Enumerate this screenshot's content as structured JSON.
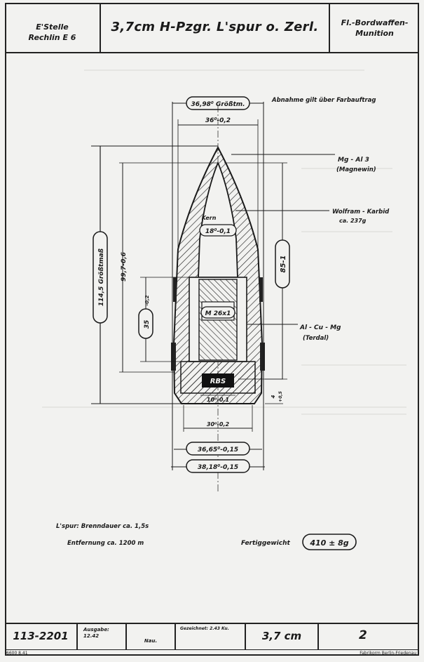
{
  "header": {
    "origin_line1": "E'Stelle",
    "origin_line2": "Rechlin E 6",
    "title": "3,7cm H-Pzgr. L'spur o. Zerl.",
    "category_line1": "Fl.-Bordwaffen-",
    "category_line2": "Munition"
  },
  "drawing": {
    "note_top": "Abnahme gilt über Farbauftrag",
    "labels": {
      "mg": "Mg - Al 3",
      "magnewin": "(Magnewin)",
      "wolfram": "Wolfram - Karbid",
      "wolfram_mass": "ca. 237g",
      "kern": "Kern",
      "alcumg": "Al - Cu - Mg",
      "terdal": "(Terdal)",
      "trace": "RBS"
    },
    "dims": {
      "max_diam": "36,98⁰ Größtm.",
      "nose_diam": "36⁰-0,2",
      "overall_length": "114,5 Größtmaß",
      "body_length": "99,7-0,6",
      "core_diam": "18⁰-0,1",
      "thread": "M 26x1",
      "core_length": "85-1",
      "base_depth": "35",
      "base_tol": "-0,2",
      "base_inner": "10⁰-0,1",
      "base_diam": "30⁰-0,2",
      "band_diam1": "36,65⁰-0,15",
      "band_diam2": "38,18⁰-0,15",
      "right_small1": "4",
      "right_small2": "+0,5"
    },
    "notes": {
      "tracer_burn": "L'spur: Brenndauer ca. 1,5s",
      "tracer_range": "Entfernung ca. 1200 m",
      "weight_label": "Fertiggewicht",
      "weight_value": "410 ± 8g"
    }
  },
  "footer": {
    "drawing_number": "113-2201",
    "ausgabe_label": "Ausgabe:",
    "ausgabe_value": "12.42",
    "nau_label": "Nau.",
    "gezeichnet": "Gezeichnet: 2.43 Ku.",
    "caliber": "3,7 cm",
    "sheet": "2",
    "print_code": "6600 8.41",
    "printer": "Fabrikorm Berlin-Friedenau"
  }
}
